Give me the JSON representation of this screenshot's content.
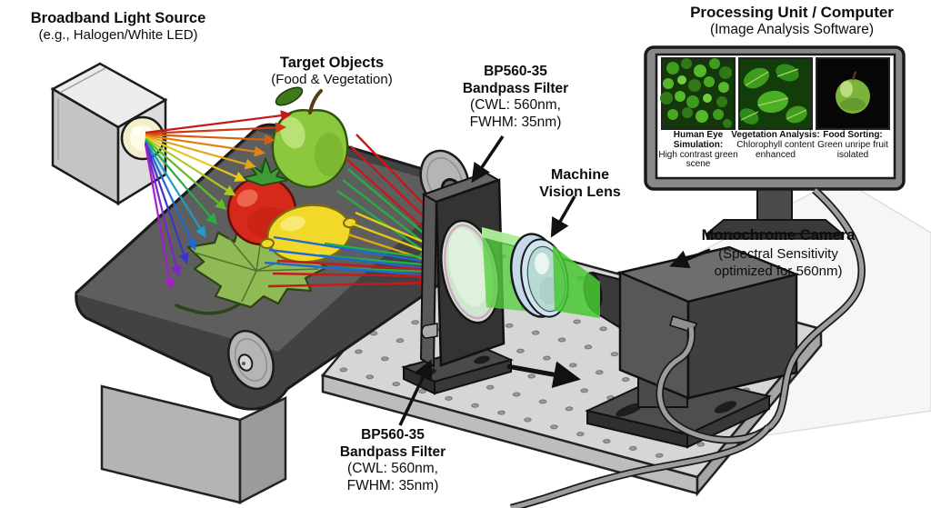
{
  "labels": {
    "light_source": {
      "title": "Broadband Light Source",
      "subtitle": "(e.g., Halogen/White LED)"
    },
    "target_objects": {
      "title": "Target Objects",
      "subtitle": "(Food & Vegetation)"
    },
    "bandpass_filter_top": {
      "line1": "BP560-35",
      "line2": "Bandpass Filter",
      "line3": "(CWL: 560nm,",
      "line4": "FWHM: 35nm)"
    },
    "machine_vision_lens": {
      "line1": "Machine",
      "line2": "Vision Lens"
    },
    "processing_unit": {
      "title": "Processing Unit / Computer",
      "subtitle": "(Image Analysis Software)"
    },
    "monochrome_camera": {
      "title": "Monochrome Camera",
      "line2": "(Spectral Sensitivity",
      "line3": "optimized for 560nm)"
    },
    "bandpass_filter_bottom": {
      "line1": "BP560-35",
      "line2": "Bandpass Filter",
      "line3": "(CWL: 560nm,",
      "line4": "FWHM: 35nm)"
    }
  },
  "monitor_panels": [
    {
      "name": "human-eye-simulation-image",
      "caption_title": "Human Eye Simulation:",
      "caption_detail": "High contrast green scene"
    },
    {
      "name": "vegetation-analysis-image",
      "caption_title": "Vegetation Analysis:",
      "caption_detail": "Chlorophyll content enhanced"
    },
    {
      "name": "food-sorting-image",
      "caption_title": "Food Sorting:",
      "caption_detail": "Green unripe fruit isolated"
    }
  ],
  "scene": {
    "spectrum_colors": [
      "#c41a1a",
      "#cd3a14",
      "#d65f12",
      "#dd8414",
      "#e0a616",
      "#e4ca1c",
      "#a9cc1e",
      "#5fbc26",
      "#28ad46",
      "#1e9dc9",
      "#2068d2",
      "#3c35c6",
      "#7b26c6",
      "#a51fc6"
    ],
    "passband_green": "#52c83e",
    "filter_glass_tint": "#cde8cc",
    "objects": [
      "broadband light source",
      "conveyor belt",
      "green apple",
      "tomato",
      "lemon",
      "maple leaf",
      "bandpass filter",
      "machine vision lens",
      "monochrome camera",
      "optical breadboard",
      "monitor",
      "data cable"
    ]
  }
}
